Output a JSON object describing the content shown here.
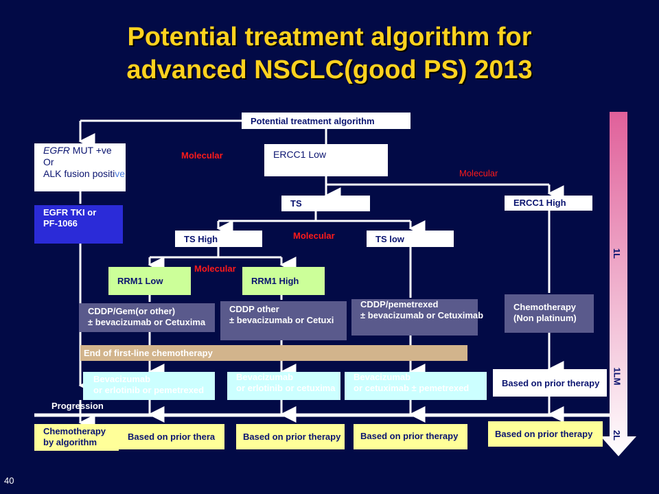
{
  "title": {
    "line1": "Potential treatment algorithm for",
    "line2": "advanced NSCLC(good PS) 2013"
  },
  "nodes": {
    "root": "Potential treatment algorithm",
    "egfr_line1_italic": "EGFR",
    "egfr_line1_rest": " MUT +ve",
    "egfr_line2": "Or",
    "egfr_line3": "ALK fusion positi",
    "egfr_line3_overflow": "ve",
    "ercc1_low": "ERCC1 Low",
    "egfr_tki_line1": "EGFR TKI or",
    "egfr_tki_line2": "PF-1066",
    "ts": "TS",
    "ercc1_high": "ERCC1 High",
    "ts_high": "TS High",
    "ts_low": "TS low",
    "rrm1_low": "RRM1 Low",
    "rrm1_high": "RRM1 High",
    "cddp_gem_line1": "CDDP/Gem(or other)",
    "cddp_gem_line2": "± bevacizumab or Cetuxima",
    "cddp_other_line1": "CDDP other",
    "cddp_other_line2": "± bevacizumab or Cetuxi",
    "cddp_pem_line1": "CDDP/pemetrexed",
    "cddp_pem_line2": "± bevacizumab or Cetuximab",
    "chemo_np_line1": "Chemotherapy",
    "chemo_np_line2": "(Non platinum)",
    "end_first_line": "End of first-line chemotherapy",
    "maint1_line1": "Bevacizumab",
    "maint1_line2": "or erlotinib or pemetrexed",
    "maint2_line1": "Bevacizumab",
    "maint2_line2": "or erlotinib or cetuxima",
    "maint3_line1": "Bevacizumab",
    "maint3_line2": "or cetuximab ± pemetrexed",
    "based_prior_maint": "Based on prior therapy",
    "chemo_algo_line1": "Chemotherapy",
    "chemo_algo_line2": "by algorithm",
    "based_prior_1": "Based on prior thera",
    "based_prior_2": "Based on prior therapy",
    "based_prior_3": "Based on prior therapy",
    "based_prior_4": "Based on prior therapy"
  },
  "labels": {
    "molecular": "Molecular",
    "progression": "Progression",
    "phase_1l": "1L",
    "phase_1lm": "1LM",
    "phase_2l": "2L",
    "page_number": "40"
  },
  "colors": {
    "background": "#020a46",
    "title": "#ffd21f",
    "molecular": "#ff1a1a",
    "arrow_top": "#e0609a",
    "arrow_bottom": "#ffffff"
  }
}
